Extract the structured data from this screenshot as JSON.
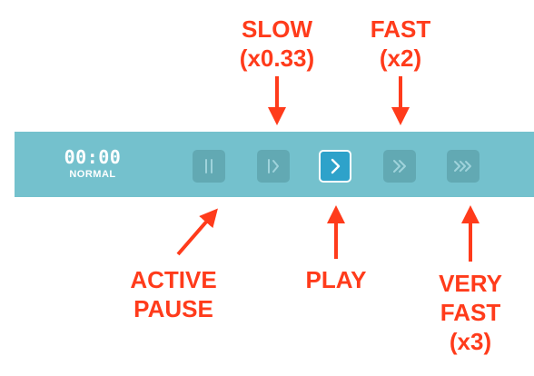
{
  "player": {
    "time": "00:00",
    "mode": "NORMAL",
    "buttons": [
      {
        "name": "active-pause",
        "icon": "pause-icon",
        "state": "inactive"
      },
      {
        "name": "slow",
        "icon": "step-play-icon",
        "state": "inactive"
      },
      {
        "name": "play",
        "icon": "play-icon",
        "state": "active"
      },
      {
        "name": "fast",
        "icon": "double-chevron-icon",
        "state": "inactive"
      },
      {
        "name": "very-fast",
        "icon": "triple-chevron-icon",
        "state": "inactive"
      }
    ]
  },
  "annotations": {
    "slow": {
      "line1": "SLOW",
      "line2": "(x0.33)"
    },
    "fast": {
      "line1": "FAST",
      "line2": "(x2)"
    },
    "active_pause": {
      "line1": "ACTIVE",
      "line2": "PAUSE"
    },
    "play": {
      "line1": "PLAY"
    },
    "very_fast": {
      "line1": "VERY",
      "line2": "FAST",
      "line3": "(x3)"
    }
  },
  "colors": {
    "bar": "#74c1cd",
    "button": "#62a9b3",
    "button_active": "#2ea2ca",
    "icon_inactive": "#9fd3db",
    "annotation": "#ff3b1b"
  }
}
